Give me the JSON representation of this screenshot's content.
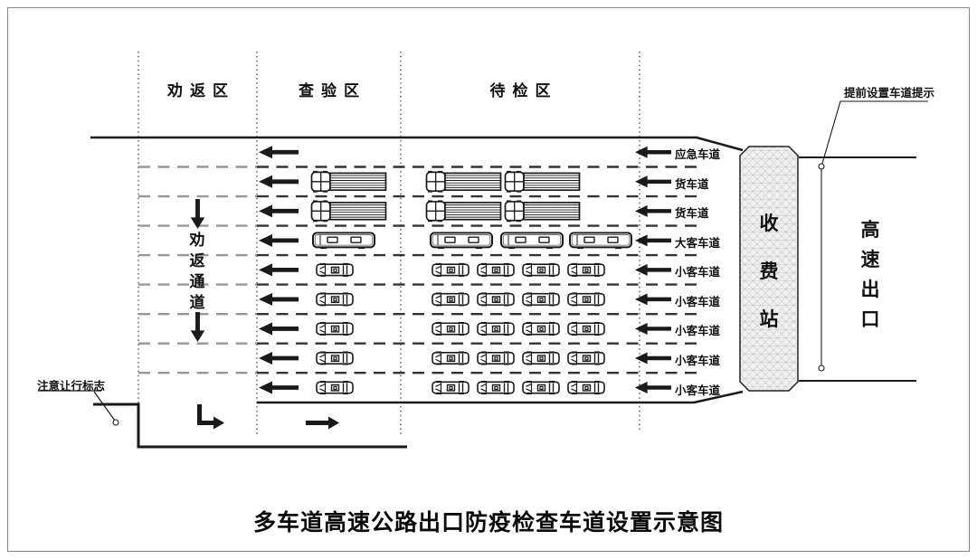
{
  "diagram_title": "多车道高速公路出口防疫检查车道设置示意图",
  "zones": {
    "return": "劝返区",
    "inspection": "查验区",
    "waiting": "待检区"
  },
  "return_channel_label": "劝返通道",
  "toll_station_label": "收费站",
  "highway_exit_label": "高速出口",
  "advance_sign_label": "提前设置车道提示",
  "yield_sign_label": "注意让行标志",
  "lanes": [
    {
      "label": "应急车道",
      "vehicle": "none",
      "inspecting": 0,
      "waiting": 0
    },
    {
      "label": "货车道",
      "vehicle": "truck",
      "inspecting": 1,
      "waiting": 2
    },
    {
      "label": "货车道",
      "vehicle": "truck",
      "inspecting": 1,
      "waiting": 2
    },
    {
      "label": "大客车道",
      "vehicle": "bus",
      "inspecting": 1,
      "waiting": 3
    },
    {
      "label": "小客车道",
      "vehicle": "car",
      "inspecting": 1,
      "waiting": 4
    },
    {
      "label": "小客车道",
      "vehicle": "car",
      "inspecting": 1,
      "waiting": 4
    },
    {
      "label": "小客车道",
      "vehicle": "car",
      "inspecting": 1,
      "waiting": 4
    },
    {
      "label": "小客车道",
      "vehicle": "car",
      "inspecting": 1,
      "waiting": 4
    },
    {
      "label": "小客车道",
      "vehicle": "car",
      "inspecting": 1,
      "waiting": 4
    }
  ],
  "colors": {
    "line": "#1a1a1a",
    "dash_left": "#979797",
    "dash_right": "#333333",
    "toll_fill": "#f1f1f1",
    "border": "#8a8a8a",
    "background": "#ffffff"
  }
}
